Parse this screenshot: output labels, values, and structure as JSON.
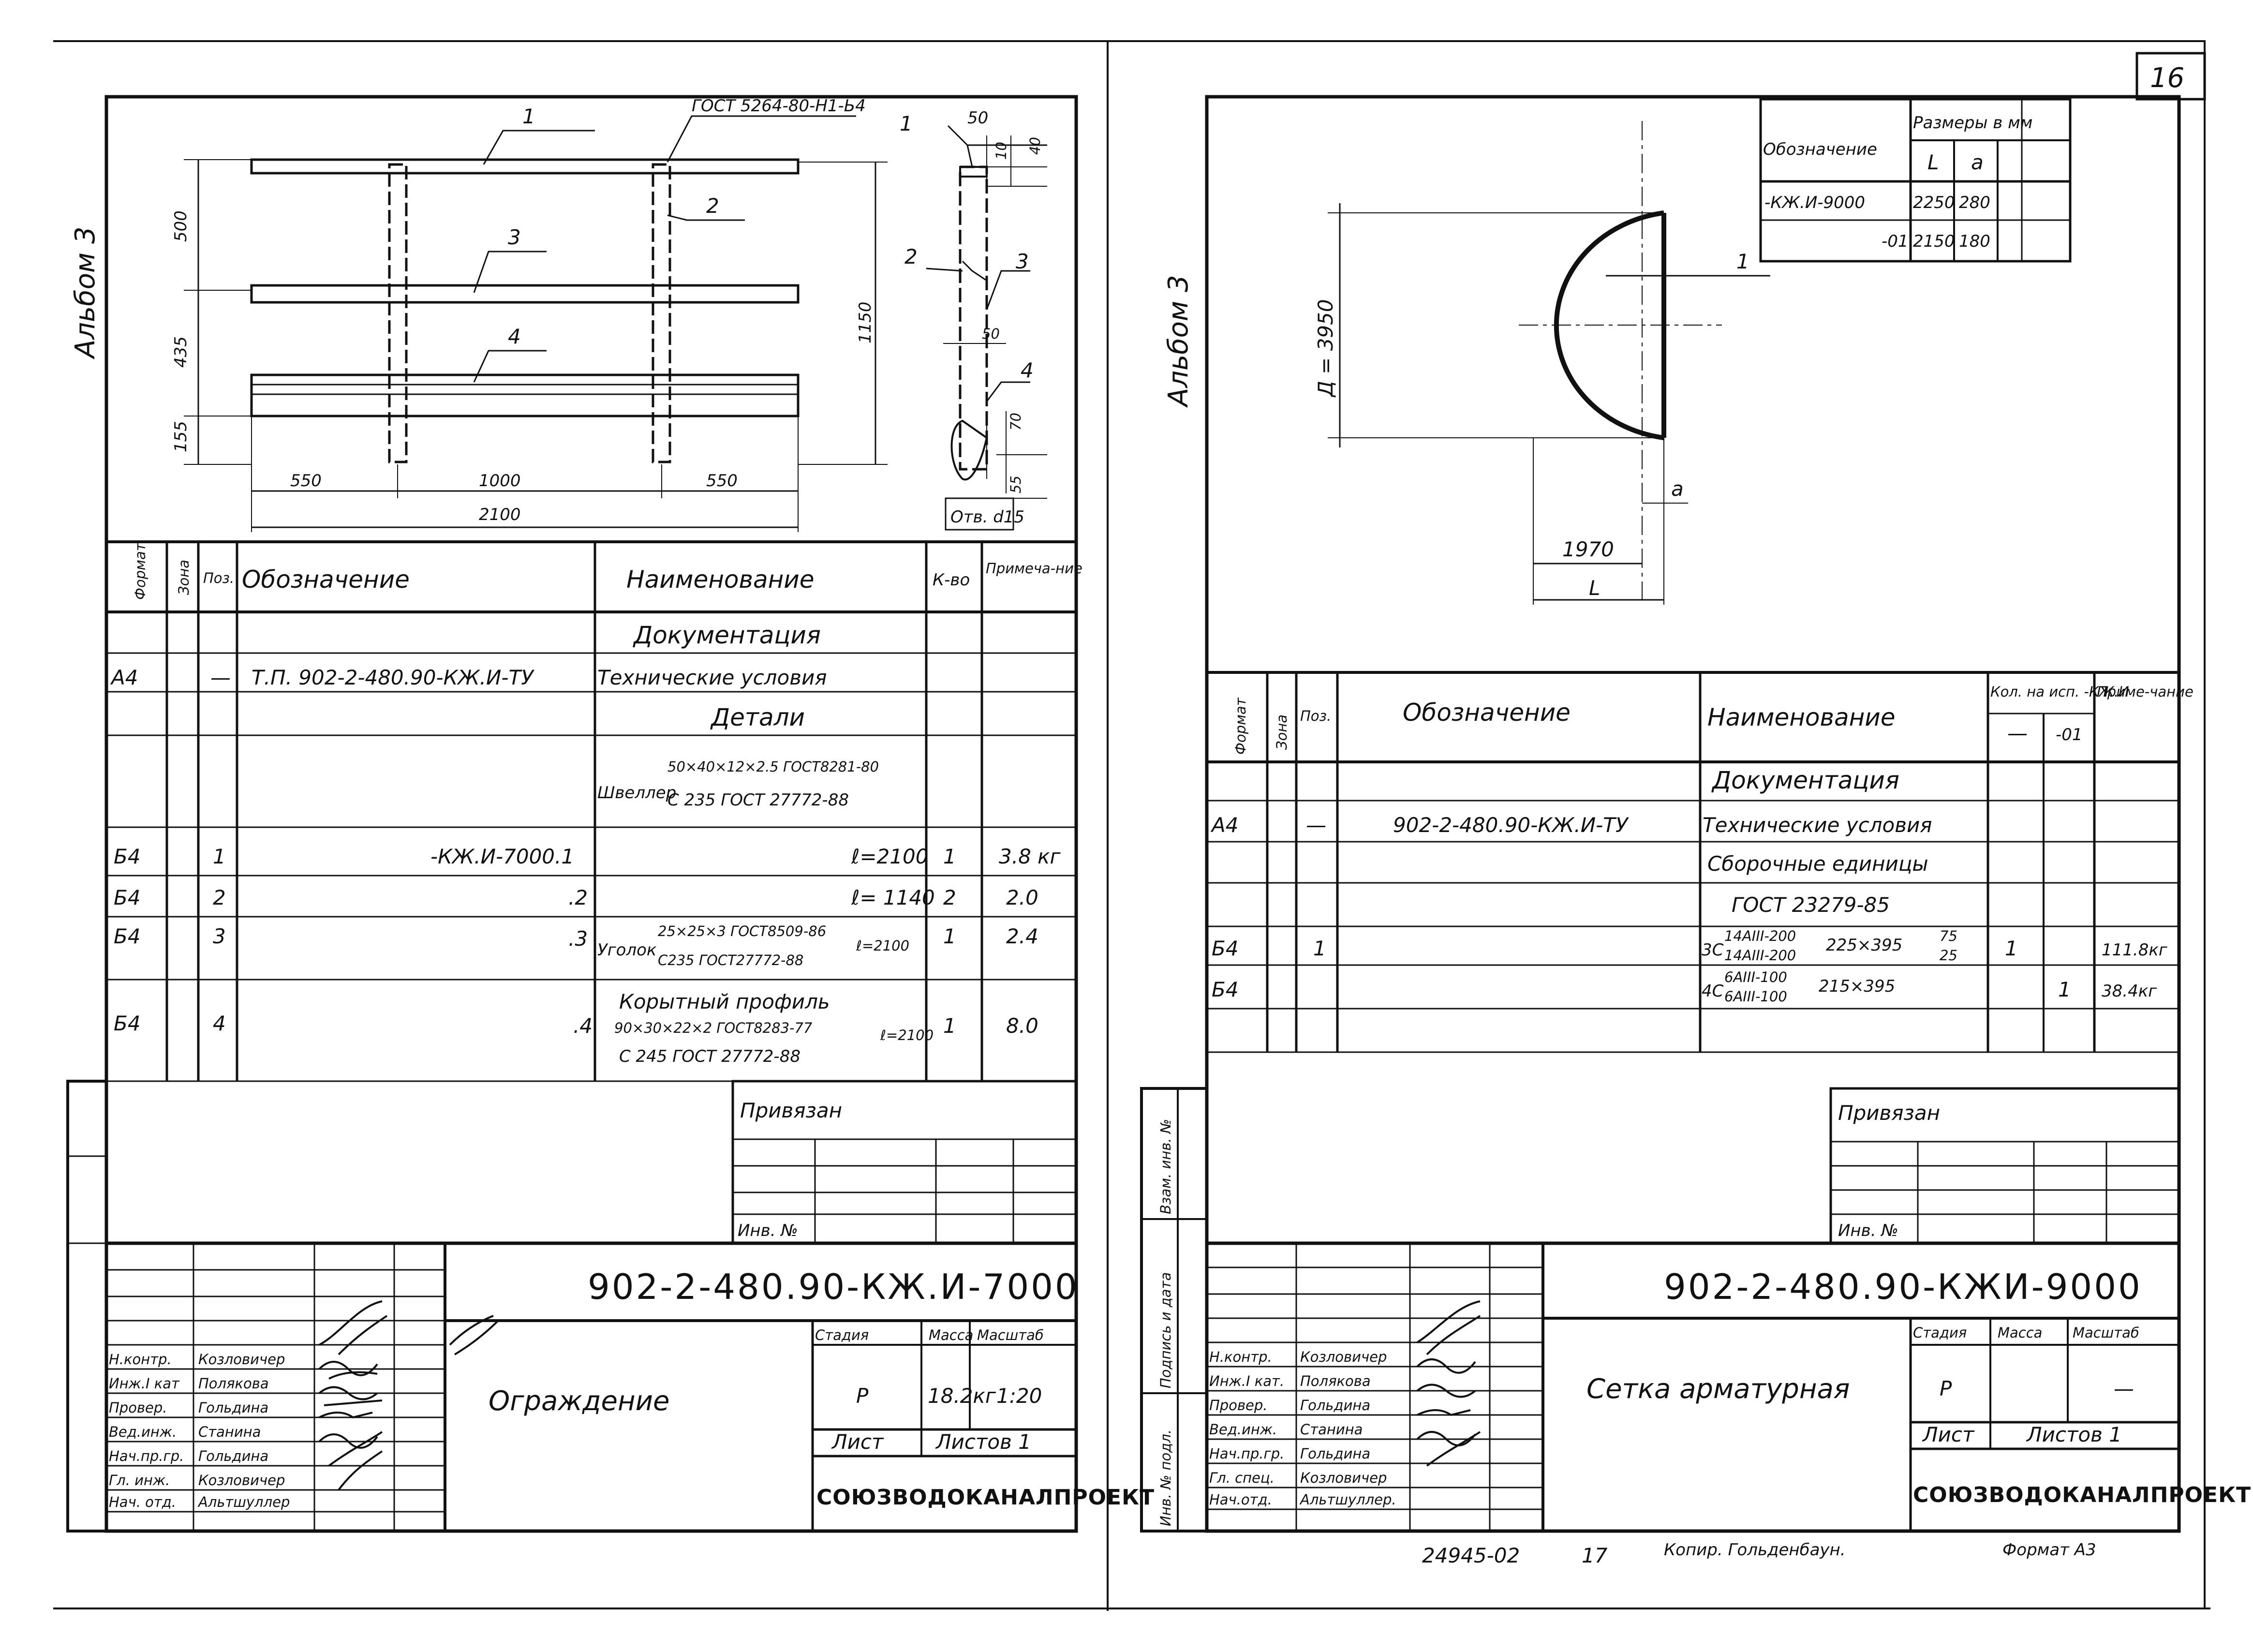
{
  "page_number": "16",
  "bottom": {
    "inv_number": "24945-02",
    "sheet_seq": "17",
    "copied": "Копир. Гольденбаун.",
    "format": "Формат А3"
  },
  "sheet1": {
    "album": "Альбом 3",
    "drawing": {
      "gost_label": "ГОСТ 5264-80-Н1-Ь4",
      "callouts": [
        "1",
        "2",
        "3",
        "4"
      ],
      "dims": {
        "d500": "500",
        "d435": "435",
        "d155": "155",
        "d1150": "1150",
        "d550a": "550",
        "d1000": "1000",
        "d550b": "550",
        "d2100": "2100",
        "d50": "50",
        "d10": "10",
        "d40": "40",
        "d50b": "50",
        "d70": "70",
        "d55": "55"
      },
      "hole": "Отв. d15"
    },
    "spec": {
      "headers": {
        "format": "Формат",
        "zone": "Зона",
        "pos": "Поз.",
        "designation": "Обозначение",
        "name": "Наименование",
        "qty": "К-во",
        "note": "Примеча-ние"
      },
      "section_docs": "Документация",
      "row_docs": {
        "format": "А4",
        "pos": "—",
        "designation": "Т.П.   902-2-480.90-КЖ.И-ТУ",
        "name": "Технические условия"
      },
      "section_parts": "Детали",
      "channel": {
        "name": "Швеллер",
        "spec1": "50×40×12×2.5 ГОСТ8281-80",
        "spec2": "С 235  ГОСТ 27772-88"
      },
      "rows": [
        {
          "format": "Б4",
          "pos": "1",
          "designation": "-КЖ.И-7000.1",
          "len": "ℓ=2100",
          "qty": "1",
          "note": "3.8 кг"
        },
        {
          "format": "Б4",
          "pos": "2",
          "designation": ".2",
          "len": "ℓ= 1140",
          "qty": "2",
          "note": "2.0"
        },
        {
          "format": "Б4",
          "pos": "3",
          "designation": ".3",
          "len": "ℓ=2100",
          "qty": "1",
          "note": "2.4"
        },
        {
          "format": "Б4",
          "pos": "4",
          "designation": ".4",
          "len": "ℓ=2100",
          "qty": "1",
          "note": "8.0"
        }
      ],
      "angle": {
        "name": "Уголок",
        "spec1": "25×25×3 ГОСТ8509-86",
        "spec2": "С235 ГОСТ27772-88"
      },
      "trough": {
        "name": "Корытный профиль",
        "spec1": "90×30×22×2 ГОСТ8283-77",
        "spec2": "С 245   ГОСТ 27772-88"
      }
    },
    "privyazan": "Привязан",
    "inv_label": "Инв. №",
    "titleblock": {
      "code": "902-2-480.90-КЖ.И-7000",
      "name": "Ограждение",
      "stage_h": "Стадия",
      "mass_h": "Масса",
      "scale_h": "Масштаб",
      "stage": "Р",
      "mass": "18.2кг",
      "scale": "1:20",
      "sheet_h": "Лист",
      "sheets_h": "Листов 1",
      "org": "СОЮЗВОДОКАНАЛПРОЕКТ",
      "people": [
        {
          "role": "Н.контр.",
          "name": "Козловичер"
        },
        {
          "role": "Инж.I кат",
          "name": "Полякова"
        },
        {
          "role": "Провер.",
          "name": "Гольдина"
        },
        {
          "role": "Вед.инж.",
          "name": "Станина"
        },
        {
          "role": "Нач.пр.гр.",
          "name": "Гольдина"
        },
        {
          "role": "Гл. инж.",
          "name": "Козловичер"
        },
        {
          "role": "Нач. отд.",
          "name": "Альтшуллер"
        }
      ]
    }
  },
  "sheet2": {
    "album": "Альбом 3",
    "sizes_table": {
      "h_designation": "Обозначение",
      "h_sizes": "Размеры в мм",
      "h_L": "L",
      "h_a": "a",
      "rows": [
        {
          "designation": "-КЖ.И-9000",
          "L": "2250",
          "a": "280"
        },
        {
          "designation": "-01",
          "L": "2150",
          "a": "180"
        }
      ]
    },
    "drawing": {
      "diameter": "Д = 3950",
      "d1970": "1970",
      "L": "L",
      "a": "a",
      "callout": "1"
    },
    "side_labels": {
      "vzam": "Взам. инв. №",
      "podp": "Подпись и дата",
      "inv": "Инв. № подл."
    },
    "spec": {
      "headers": {
        "format": "Формат",
        "zone": "Зона",
        "pos": "Поз.",
        "designation": "Обозначение",
        "name": "Наименование",
        "qty": "Кол. на исп. -КЖ.И",
        "q1": "—",
        "q2": "-01",
        "note": "Приме-чание"
      },
      "section_docs": "Документация",
      "row_docs": {
        "format": "А4",
        "pos": "—",
        "designation": "902-2-480.90-КЖ.И-ТУ",
        "name": "Технические условия"
      },
      "section_units": "Сборочные единицы",
      "gost": "ГОСТ 23279-85",
      "rows": [
        {
          "format": "Б4",
          "pos": "1",
          "prefix": "3С",
          "num": "14АIII-200",
          "den": "14АIII-200",
          "size": "225×395",
          "fnum": "75",
          "fden": "25",
          "q1": "1",
          "q2": "",
          "note": "111.8кг"
        },
        {
          "format": "Б4",
          "pos": "",
          "prefix": "4С",
          "num": "6АIII-100",
          "den": "6АIII-100",
          "size": "215×395",
          "fnum": "",
          "fden": "",
          "q1": "",
          "q2": "1",
          "note": "38.4кг"
        }
      ]
    },
    "privyazan": "Привязан",
    "inv_label": "Инв. №",
    "titleblock": {
      "code": "902-2-480.90-КЖИ-9000",
      "name": "Сетка арматурная",
      "stage_h": "Стадия",
      "mass_h": "Масса",
      "scale_h": "Масштаб",
      "stage": "Р",
      "mass": "",
      "scale": "—",
      "sheet_h": "Лист",
      "sheets_h": "Листов 1",
      "org": "СОЮЗВОДОКАНАЛПРОЕКТ",
      "people": [
        {
          "role": "Н.контр.",
          "name": "Козловичер"
        },
        {
          "role": "Инж.I кат.",
          "name": "Полякова"
        },
        {
          "role": "Провер.",
          "name": "Гольдина"
        },
        {
          "role": "Вед.инж.",
          "name": "Станина"
        },
        {
          "role": "Нач.пр.гр.",
          "name": "Гольдина"
        },
        {
          "role": "Гл. спец.",
          "name": "Козловичер"
        },
        {
          "role": "Нач.отд.",
          "name": "Альтшуллер."
        }
      ]
    }
  }
}
